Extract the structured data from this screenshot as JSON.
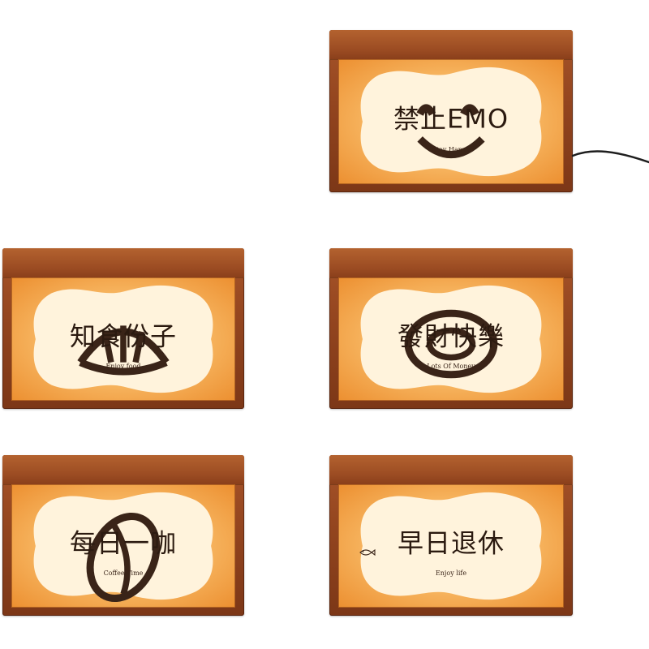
{
  "lamps": [
    {
      "id": "emo",
      "main_text": "禁止EMO",
      "sub_text": "Stay Happy",
      "doodle": "smiley-icon",
      "has_cord": true
    },
    {
      "id": "food",
      "main_text": "知食份子",
      "sub_text": "Enjoy food",
      "doodle": "croissant-icon",
      "has_cord": false
    },
    {
      "id": "money",
      "main_text": "發財快樂",
      "sub_text": "Lots Of Money",
      "doodle": "coin-icon",
      "has_cord": false
    },
    {
      "id": "coffee",
      "main_text": "每日一咖",
      "sub_text": "Coffee Time",
      "doodle": "coffee-bean-icon",
      "has_cord": false
    },
    {
      "id": "retire",
      "main_text": "早日退休",
      "sub_text": "Enjoy life",
      "doodle": "fish-icon",
      "has_cord": false
    }
  ],
  "colors": {
    "wood": "#93451f",
    "glow_center": "#fbd796",
    "glow_edge": "#ec8f30",
    "panel": "#fff3dc",
    "text": "#2b1a10"
  }
}
